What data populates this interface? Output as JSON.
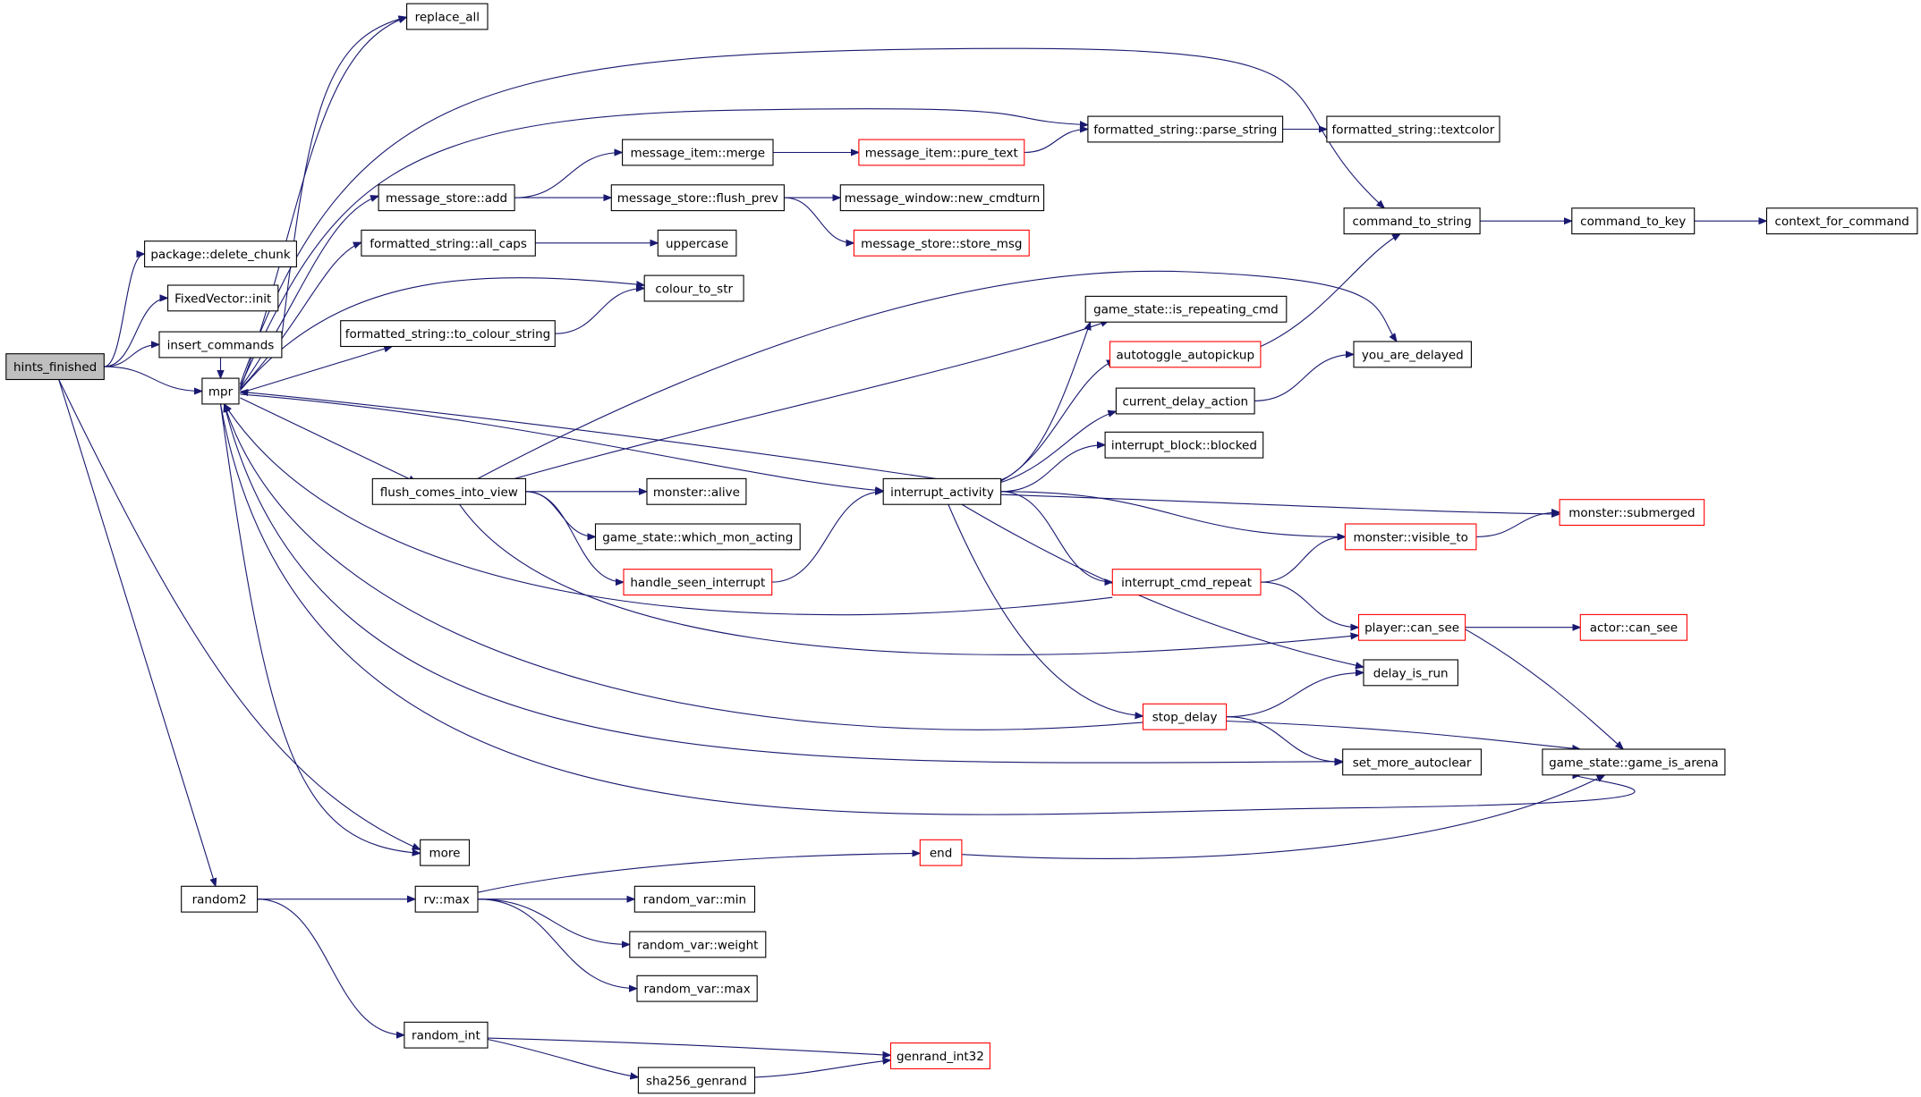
{
  "graph": {
    "colors": {
      "edge": "#191970",
      "node_border": "#000000",
      "node_border_truncated": "#ff0000",
      "root_fill": "#bfbfbf",
      "node_fill": "#ffffff"
    },
    "nodes": [
      {
        "id": "hints_finished",
        "label": "hints_finished",
        "style": "root"
      },
      {
        "id": "package_delete_chunk",
        "label": "package::delete_chunk",
        "style": "normal"
      },
      {
        "id": "fixedvector_init",
        "label": "FixedVector::init",
        "style": "normal"
      },
      {
        "id": "insert_commands",
        "label": "insert_commands",
        "style": "normal"
      },
      {
        "id": "mpr",
        "label": "mpr",
        "style": "normal"
      },
      {
        "id": "random2",
        "label": "random2",
        "style": "normal"
      },
      {
        "id": "replace_all",
        "label": "replace_all",
        "style": "normal"
      },
      {
        "id": "message_store_add",
        "label": "message_store::add",
        "style": "normal"
      },
      {
        "id": "formatted_string_all_caps",
        "label": "formatted_string::all_caps",
        "style": "normal"
      },
      {
        "id": "formatted_string_to_colour_string",
        "label": "formatted_string::to_colour_string",
        "style": "normal"
      },
      {
        "id": "flush_comes_into_view",
        "label": "flush_comes_into_view",
        "style": "normal"
      },
      {
        "id": "more",
        "label": "more",
        "style": "normal"
      },
      {
        "id": "rv_max",
        "label": "rv::max",
        "style": "normal"
      },
      {
        "id": "random_int",
        "label": "random_int",
        "style": "normal"
      },
      {
        "id": "message_item_merge",
        "label": "message_item::merge",
        "style": "normal"
      },
      {
        "id": "message_store_flush_prev",
        "label": "message_store::flush_prev",
        "style": "normal"
      },
      {
        "id": "uppercase",
        "label": "uppercase",
        "style": "normal"
      },
      {
        "id": "colour_to_str",
        "label": "colour_to_str",
        "style": "normal"
      },
      {
        "id": "monster_alive",
        "label": "monster::alive",
        "style": "normal"
      },
      {
        "id": "game_state_which_mon_acting",
        "label": "game_state::which_mon_acting",
        "style": "normal"
      },
      {
        "id": "handle_seen_interrupt",
        "label": "handle_seen_interrupt",
        "style": "truncated"
      },
      {
        "id": "random_var_min",
        "label": "random_var::min",
        "style": "normal"
      },
      {
        "id": "random_var_weight",
        "label": "random_var::weight",
        "style": "normal"
      },
      {
        "id": "random_var_max",
        "label": "random_var::max",
        "style": "normal"
      },
      {
        "id": "sha256_genrand",
        "label": "sha256_genrand",
        "style": "normal"
      },
      {
        "id": "message_item_pure_text",
        "label": "message_item::pure_text",
        "style": "truncated"
      },
      {
        "id": "message_window_new_cmdturn",
        "label": "message_window::new_cmdturn",
        "style": "normal"
      },
      {
        "id": "message_store_store_msg",
        "label": "message_store::store_msg",
        "style": "truncated"
      },
      {
        "id": "interrupt_activity",
        "label": "interrupt_activity",
        "style": "normal"
      },
      {
        "id": "end",
        "label": "end",
        "style": "truncated"
      },
      {
        "id": "genrand_int32",
        "label": "genrand_int32",
        "style": "truncated"
      },
      {
        "id": "formatted_string_parse_string",
        "label": "formatted_string::parse_string",
        "style": "normal"
      },
      {
        "id": "game_state_is_repeating_cmd",
        "label": "game_state::is_repeating_cmd",
        "style": "normal"
      },
      {
        "id": "autotoggle_autopickup",
        "label": "autotoggle_autopickup",
        "style": "truncated"
      },
      {
        "id": "current_delay_action",
        "label": "current_delay_action",
        "style": "normal"
      },
      {
        "id": "interrupt_block_blocked",
        "label": "interrupt_block::blocked",
        "style": "normal"
      },
      {
        "id": "interrupt_cmd_repeat",
        "label": "interrupt_cmd_repeat",
        "style": "truncated"
      },
      {
        "id": "stop_delay",
        "label": "stop_delay",
        "style": "truncated"
      },
      {
        "id": "formatted_string_textcolor",
        "label": "formatted_string::textcolor",
        "style": "normal"
      },
      {
        "id": "command_to_string",
        "label": "command_to_string",
        "style": "normal"
      },
      {
        "id": "you_are_delayed",
        "label": "you_are_delayed",
        "style": "normal"
      },
      {
        "id": "monster_visible_to",
        "label": "monster::visible_to",
        "style": "truncated"
      },
      {
        "id": "player_can_see",
        "label": "player::can_see",
        "style": "truncated"
      },
      {
        "id": "delay_is_run",
        "label": "delay_is_run",
        "style": "normal"
      },
      {
        "id": "set_more_autoclear",
        "label": "set_more_autoclear",
        "style": "normal"
      },
      {
        "id": "command_to_key",
        "label": "command_to_key",
        "style": "normal"
      },
      {
        "id": "monster_submerged",
        "label": "monster::submerged",
        "style": "truncated"
      },
      {
        "id": "actor_can_see",
        "label": "actor::can_see",
        "style": "truncated"
      },
      {
        "id": "game_state_game_is_arena",
        "label": "game_state::game_is_arena",
        "style": "normal"
      },
      {
        "id": "context_for_command",
        "label": "context_for_command",
        "style": "normal"
      }
    ],
    "edges": [
      [
        "hints_finished",
        "package_delete_chunk"
      ],
      [
        "hints_finished",
        "fixedvector_init"
      ],
      [
        "hints_finished",
        "insert_commands"
      ],
      [
        "hints_finished",
        "mpr"
      ],
      [
        "hints_finished",
        "more"
      ],
      [
        "hints_finished",
        "random2"
      ],
      [
        "insert_commands",
        "replace_all"
      ],
      [
        "insert_commands",
        "mpr"
      ],
      [
        "mpr",
        "replace_all"
      ],
      [
        "mpr",
        "formatted_string_parse_string"
      ],
      [
        "mpr",
        "command_to_string"
      ],
      [
        "mpr",
        "message_store_add"
      ],
      [
        "mpr",
        "formatted_string_all_caps"
      ],
      [
        "mpr",
        "colour_to_str"
      ],
      [
        "mpr",
        "formatted_string_to_colour_string"
      ],
      [
        "mpr",
        "flush_comes_into_view"
      ],
      [
        "mpr",
        "interrupt_activity"
      ],
      [
        "mpr",
        "set_more_autoclear"
      ],
      [
        "mpr",
        "game_state_game_is_arena"
      ],
      [
        "mpr",
        "more"
      ],
      [
        "message_store_add",
        "message_item_merge"
      ],
      [
        "message_store_add",
        "message_store_flush_prev"
      ],
      [
        "message_item_merge",
        "message_item_pure_text"
      ],
      [
        "message_item_pure_text",
        "formatted_string_parse_string"
      ],
      [
        "message_store_flush_prev",
        "message_window_new_cmdturn"
      ],
      [
        "message_store_flush_prev",
        "message_store_store_msg"
      ],
      [
        "formatted_string_parse_string",
        "formatted_string_textcolor"
      ],
      [
        "formatted_string_all_caps",
        "uppercase"
      ],
      [
        "formatted_string_to_colour_string",
        "colour_to_str"
      ],
      [
        "flush_comes_into_view",
        "monster_alive"
      ],
      [
        "flush_comes_into_view",
        "game_state_which_mon_acting"
      ],
      [
        "flush_comes_into_view",
        "handle_seen_interrupt"
      ],
      [
        "flush_comes_into_view",
        "you_are_delayed"
      ],
      [
        "flush_comes_into_view",
        "game_state_is_repeating_cmd"
      ],
      [
        "flush_comes_into_view",
        "player_can_see"
      ],
      [
        "handle_seen_interrupt",
        "interrupt_activity"
      ],
      [
        "interrupt_activity",
        "mpr"
      ],
      [
        "interrupt_activity",
        "game_state_is_repeating_cmd"
      ],
      [
        "interrupt_activity",
        "autotoggle_autopickup"
      ],
      [
        "interrupt_activity",
        "current_delay_action"
      ],
      [
        "interrupt_activity",
        "interrupt_block_blocked"
      ],
      [
        "interrupt_activity",
        "monster_submerged"
      ],
      [
        "interrupt_activity",
        "monster_visible_to"
      ],
      [
        "interrupt_activity",
        "interrupt_cmd_repeat"
      ],
      [
        "interrupt_activity",
        "stop_delay"
      ],
      [
        "interrupt_activity",
        "delay_is_run"
      ],
      [
        "autotoggle_autopickup",
        "command_to_string"
      ],
      [
        "current_delay_action",
        "you_are_delayed"
      ],
      [
        "command_to_string",
        "command_to_key"
      ],
      [
        "command_to_key",
        "context_for_command"
      ],
      [
        "interrupt_cmd_repeat",
        "mpr"
      ],
      [
        "interrupt_cmd_repeat",
        "monster_visible_to"
      ],
      [
        "interrupt_cmd_repeat",
        "player_can_see"
      ],
      [
        "monster_visible_to",
        "monster_submerged"
      ],
      [
        "player_can_see",
        "actor_can_see"
      ],
      [
        "player_can_see",
        "game_state_game_is_arena"
      ],
      [
        "stop_delay",
        "mpr"
      ],
      [
        "stop_delay",
        "delay_is_run"
      ],
      [
        "stop_delay",
        "set_more_autoclear"
      ],
      [
        "stop_delay",
        "game_state_game_is_arena"
      ],
      [
        "random2",
        "rv_max"
      ],
      [
        "random2",
        "random_int"
      ],
      [
        "rv_max",
        "end"
      ],
      [
        "rv_max",
        "random_var_min"
      ],
      [
        "rv_max",
        "random_var_weight"
      ],
      [
        "rv_max",
        "random_var_max"
      ],
      [
        "end",
        "game_state_game_is_arena"
      ],
      [
        "random_int",
        "genrand_int32"
      ],
      [
        "random_int",
        "sha256_genrand"
      ],
      [
        "sha256_genrand",
        "genrand_int32"
      ]
    ]
  }
}
